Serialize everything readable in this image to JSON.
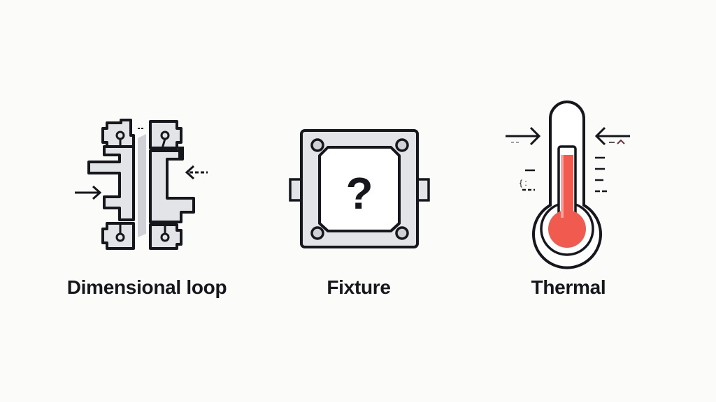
{
  "diagram": {
    "items": [
      {
        "id": "dimensional-loop",
        "label": "Dimensional loop",
        "icon": "dimensional-loop-icon"
      },
      {
        "id": "fixture",
        "label": "Fixture",
        "icon": "fixture-icon",
        "center_glyph": "?"
      },
      {
        "id": "thermal",
        "label": "Thermal",
        "icon": "thermometer-icon"
      }
    ],
    "colors": {
      "stroke": "#15171c",
      "metal_fill": "#e3e4e8",
      "metal_shade": "#c9cbd1",
      "thermal_red": "#f05a4f",
      "thermal_red_light": "#f7a39c",
      "background": "#fbfbfa"
    }
  }
}
